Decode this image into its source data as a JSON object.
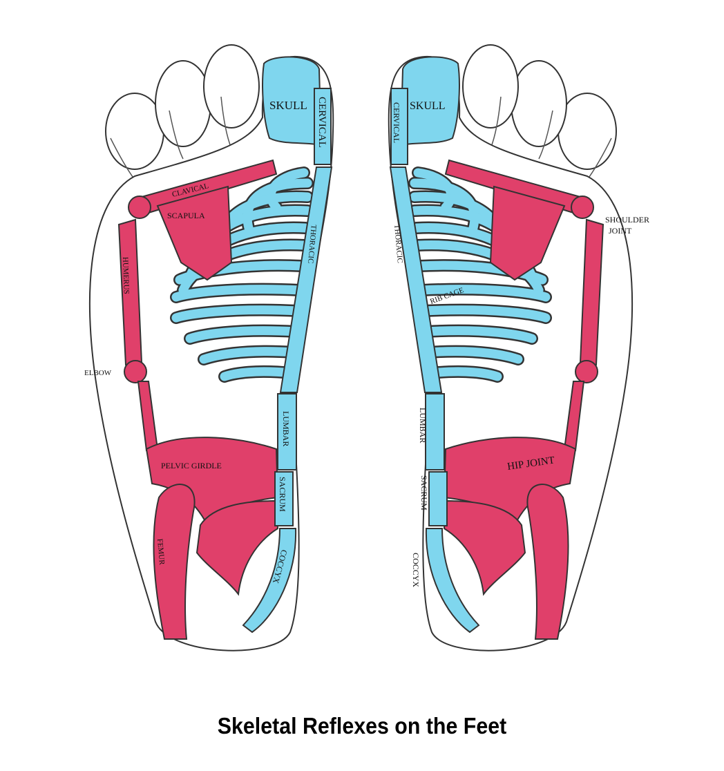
{
  "title": "Skeletal Reflexes on the Feet",
  "colors": {
    "bone_blue": "#7fd6ee",
    "bone_red": "#e0406a",
    "outline": "#333333"
  },
  "left_foot": {
    "skull": "SKULL",
    "cervical": "CERVICAL",
    "clavical": "CLAVICAL",
    "scapula": "SCAPULA",
    "thoracic": "THORACIC",
    "humerus": "HUMERUS",
    "elbow": "ELBOW",
    "pelvic_girdle": "PELVIC GIRDLE",
    "lumbar": "LUMBAR",
    "sacrum": "SACRUM",
    "femur": "FEMUR",
    "coccyx": "COCCYX"
  },
  "right_foot": {
    "skull": "SKULL",
    "cervical": "CERVICAL",
    "thoracic": "THORACIC",
    "rib_cage": "RIB CAGE",
    "shoulder_joint_1": "SHOULDER",
    "shoulder_joint_2": "JOINT",
    "lumbar": "LUMBAR",
    "sacrum": "SACRUM",
    "hip_joint": "HIP JOINT",
    "coccyx": "COCCYX"
  }
}
